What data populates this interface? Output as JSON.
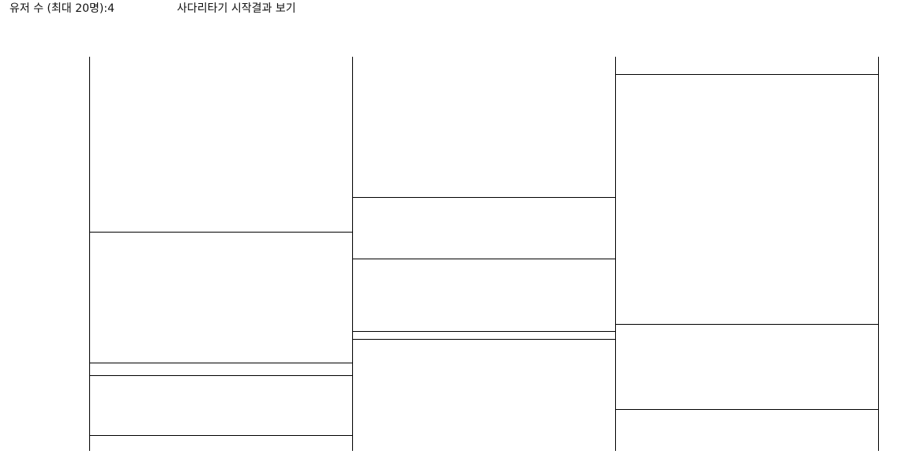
{
  "header": {
    "user_count_label": "유저 수 (최대 20명):4",
    "start_result_link": "사다리타기 시작결과 보기"
  },
  "ladder": {
    "player_count": 4,
    "rungs": [
      {
        "gap": 0,
        "position": 0.444
      },
      {
        "gap": 0,
        "position": 0.776
      },
      {
        "gap": 0,
        "position": 0.808
      },
      {
        "gap": 0,
        "position": 0.96
      },
      {
        "gap": 1,
        "position": 0.356
      },
      {
        "gap": 1,
        "position": 0.512
      },
      {
        "gap": 1,
        "position": 0.696
      },
      {
        "gap": 1,
        "position": 0.716
      },
      {
        "gap": 2,
        "position": 0.044
      },
      {
        "gap": 2,
        "position": 0.678
      },
      {
        "gap": 2,
        "position": 0.894
      }
    ],
    "line_color": "#000000"
  }
}
